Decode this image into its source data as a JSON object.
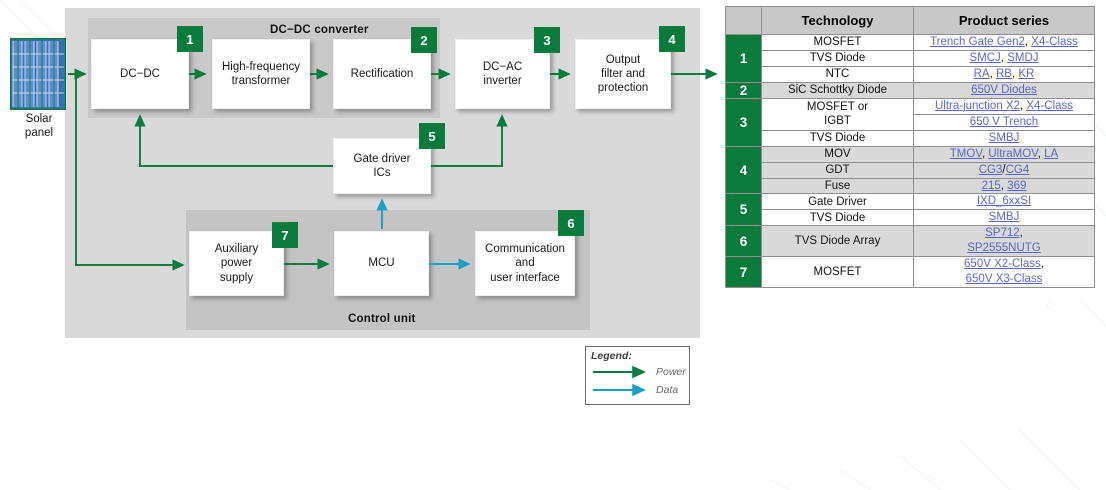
{
  "diagram": {
    "source": {
      "label_line1": "Solar",
      "label_line2": "panel",
      "icon": "solar-panel-icon"
    },
    "groups": {
      "dcdc_converter": "DC−DC converter",
      "control_unit": "Control unit"
    },
    "blocks": [
      {
        "id": "dc-dc",
        "label": "DC−DC",
        "badge": "1"
      },
      {
        "id": "high-freq-transformer",
        "label": "High-frequency\ntransformer",
        "badge": ""
      },
      {
        "id": "rectification",
        "label": "Rectification",
        "badge": "2"
      },
      {
        "id": "dc-ac-inverter",
        "label": "DC−AC\ninverter",
        "badge": "3"
      },
      {
        "id": "output-filter",
        "label": "Output\nfilter and\nprotection",
        "badge": "4"
      },
      {
        "id": "gate-driver-ics",
        "label": "Gate driver\nICs",
        "badge": "5"
      },
      {
        "id": "aux-power-supply",
        "label": "Auxiliary\npower\nsupply",
        "badge": "7"
      },
      {
        "id": "mcu",
        "label": "MCU",
        "badge": ""
      },
      {
        "id": "communication",
        "label": "Communication\nand\nuser interface",
        "badge": "6"
      }
    ],
    "badges": [
      "1",
      "2",
      "3",
      "4",
      "5",
      "6",
      "7"
    ],
    "legend": {
      "title": "Legend:",
      "items": [
        {
          "label": "Power",
          "color": "#0a7a3d"
        },
        {
          "label": "Data",
          "color": "#1b9fc4"
        }
      ]
    },
    "colors": {
      "green": "#0a7a3d",
      "data_blue": "#1b9fc4",
      "panel_outer": "#d9d9d9",
      "panel_inner": "#c9c9c9"
    }
  },
  "table": {
    "headers": [
      "",
      "Technology",
      "Product series"
    ],
    "rows": [
      {
        "num": "1",
        "num_rowspan": 3,
        "shade": false,
        "technology": "MOSFET",
        "tech_rowspan": 1,
        "products": [
          {
            "t": "Trench Gate Gen2",
            "link": true
          },
          {
            "t": ", ",
            "link": false
          },
          {
            "t": "X4-Class",
            "link": true
          }
        ]
      },
      {
        "num": "",
        "num_rowspan": 0,
        "shade": false,
        "technology": "TVS Diode",
        "tech_rowspan": 1,
        "products": [
          {
            "t": "SMCJ",
            "link": true
          },
          {
            "t": ", ",
            "link": false
          },
          {
            "t": "SMDJ",
            "link": true
          }
        ]
      },
      {
        "num": "",
        "num_rowspan": 0,
        "shade": false,
        "technology": "NTC",
        "tech_rowspan": 1,
        "products": [
          {
            "t": "RA",
            "link": true
          },
          {
            "t": ", ",
            "link": false
          },
          {
            "t": "RB",
            "link": true
          },
          {
            "t": ", ",
            "link": false
          },
          {
            "t": "KR",
            "link": true
          }
        ]
      },
      {
        "num": "2",
        "num_rowspan": 1,
        "shade": true,
        "technology": "SiC Schottky Diode",
        "tech_rowspan": 1,
        "products": [
          {
            "t": "650V Diodes",
            "link": true
          }
        ]
      },
      {
        "num": "3",
        "num_rowspan": 3,
        "shade": false,
        "technology": "MOSFET or\nIGBT",
        "tech_rowspan": 2,
        "products": [
          {
            "t": "Ultra-junction X2",
            "link": true
          },
          {
            "t": ", ",
            "link": false
          },
          {
            "t": "X4-Class",
            "link": true
          }
        ]
      },
      {
        "num": "",
        "num_rowspan": 0,
        "shade": false,
        "technology": "",
        "tech_rowspan": 0,
        "products": [
          {
            "t": "650 V Trench",
            "link": true
          }
        ]
      },
      {
        "num": "",
        "num_rowspan": 0,
        "shade": false,
        "technology": "TVS Diode",
        "tech_rowspan": 1,
        "products": [
          {
            "t": "SMBJ",
            "link": true
          }
        ]
      },
      {
        "num": "4",
        "num_rowspan": 3,
        "shade": true,
        "technology": "MOV",
        "tech_rowspan": 1,
        "products": [
          {
            "t": "TMOV",
            "link": true
          },
          {
            "t": ", ",
            "link": false
          },
          {
            "t": "UltraMOV",
            "link": true
          },
          {
            "t": ", ",
            "link": false
          },
          {
            "t": "LA",
            "link": true
          }
        ]
      },
      {
        "num": "",
        "num_rowspan": 0,
        "shade": true,
        "technology": "GDT",
        "tech_rowspan": 1,
        "products": [
          {
            "t": "CG3",
            "link": true
          },
          {
            "t": "/",
            "link": false
          },
          {
            "t": "CG4",
            "link": true
          }
        ]
      },
      {
        "num": "",
        "num_rowspan": 0,
        "shade": true,
        "technology": "Fuse",
        "tech_rowspan": 1,
        "products": [
          {
            "t": "215",
            "link": true
          },
          {
            "t": ", ",
            "link": false
          },
          {
            "t": "369",
            "link": true
          }
        ]
      },
      {
        "num": "5",
        "num_rowspan": 2,
        "shade": false,
        "technology": "Gate Driver",
        "tech_rowspan": 1,
        "products": [
          {
            "t": "IXD_6xxSI",
            "link": true
          }
        ]
      },
      {
        "num": "",
        "num_rowspan": 0,
        "shade": false,
        "technology": "TVS Diode",
        "tech_rowspan": 1,
        "products": [
          {
            "t": "SMBJ",
            "link": true
          }
        ]
      },
      {
        "num": "6",
        "num_rowspan": 1,
        "shade": true,
        "technology": "TVS Diode Array",
        "tech_rowspan": 1,
        "products": [
          {
            "t": "SP712",
            "link": true
          },
          {
            "t": ",",
            "link": false
          },
          {
            "t": "\n",
            "link": false
          },
          {
            "t": "SP2555NUTG",
            "link": true
          }
        ]
      },
      {
        "num": "7",
        "num_rowspan": 1,
        "shade": false,
        "technology": "MOSFET",
        "tech_rowspan": 1,
        "products": [
          {
            "t": "650V X2-Class",
            "link": true
          },
          {
            "t": ",",
            "link": false
          },
          {
            "t": "\n",
            "link": false
          },
          {
            "t": "650V X3-Class",
            "link": true
          }
        ]
      }
    ]
  }
}
